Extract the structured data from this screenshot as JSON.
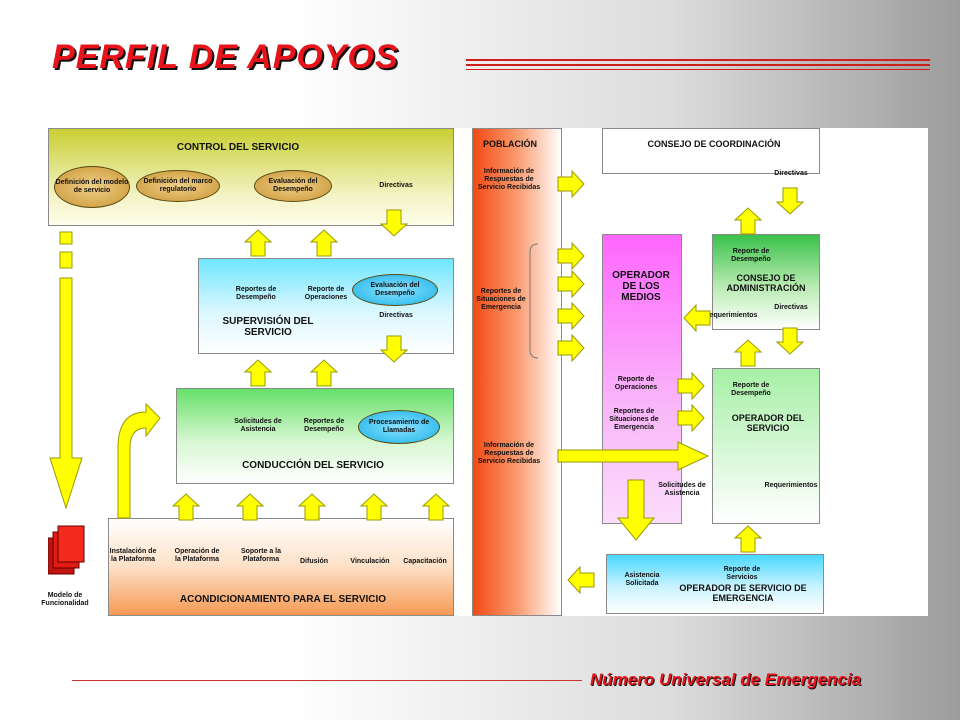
{
  "title": "PERFIL DE APOYOS",
  "footer": "Número Universal de Emergencia",
  "left": {
    "control": {
      "heading": "CONTROL DEL SERVICIO",
      "oval1": "Definición del modelo de servicio",
      "oval2": "Definición del marco regulatorio",
      "oval3": "Evaluación del Desempeño",
      "directivas": "Directivas"
    },
    "supervision": {
      "heading": "SUPERVISIÓN DEL SERVICIO",
      "reportes_desempeno": "Reportes de Desempeño",
      "reporte_operaciones": "Reporte de Operaciones",
      "oval": "Evaluación del Desempeño",
      "directivas": "Directivas"
    },
    "conduccion": {
      "heading": "CONDUCCIÓN DEL SERVICIO",
      "solicitudes": "Solicitudes de Asistencia",
      "reportes_desempeno": "Reportes de Desempeño",
      "oval": "Procesamiento de Llamadas"
    },
    "acondicionamiento": {
      "heading": "ACONDICIONAMIENTO PARA EL SERVICIO",
      "items": [
        "Instalación de la Plataforma",
        "Operación de la Plataforma",
        "Soporte a la Plataforma",
        "Difusión",
        "Vinculación",
        "Capacitación"
      ]
    },
    "modelo": "Modelo de Funcionalidad"
  },
  "right": {
    "poblacion": {
      "heading": "POBLACIÓN",
      "info1": "Información de Respuestas de Servicio Recibidas",
      "reportes": "Reportes de Situaciones de Emergencia",
      "info2": "Información de Respuestas de Servicio Recibidas"
    },
    "consejo_coord": {
      "heading": "CONSEJO DE COORDINACIÓN",
      "directivas": "Directivas"
    },
    "operador_medios": {
      "heading": "OPERADOR DE LOS MEDIOS",
      "reporte_operaciones": "Reporte de Operaciones",
      "reportes_situaciones": "Reportes de Situaciones de Emergencia"
    },
    "consejo_admin": {
      "heading": "CONSEJO DE ADMINISTRACIÓN",
      "reporte": "Reporte de Desempeño",
      "directivas": "Directivas",
      "requerimientos": "Requerimientos"
    },
    "operador_servicio": {
      "heading": "OPERADOR DEL SERVICIO",
      "reporte": "Reporte de Desempeño",
      "requerimientos": "Requerimientos",
      "solicitudes": "Solicitudes de Asistencia"
    },
    "emergencia": {
      "heading": "OPERADOR DE SERVICIO DE EMERGENCIA",
      "asistencia": "Asistencia Solicitada",
      "reporte": "Reporte de Servicios"
    }
  },
  "colors": {
    "title": "#e8141b",
    "arrow": "#ffff00",
    "arrow_stroke": "#9a9a00"
  }
}
